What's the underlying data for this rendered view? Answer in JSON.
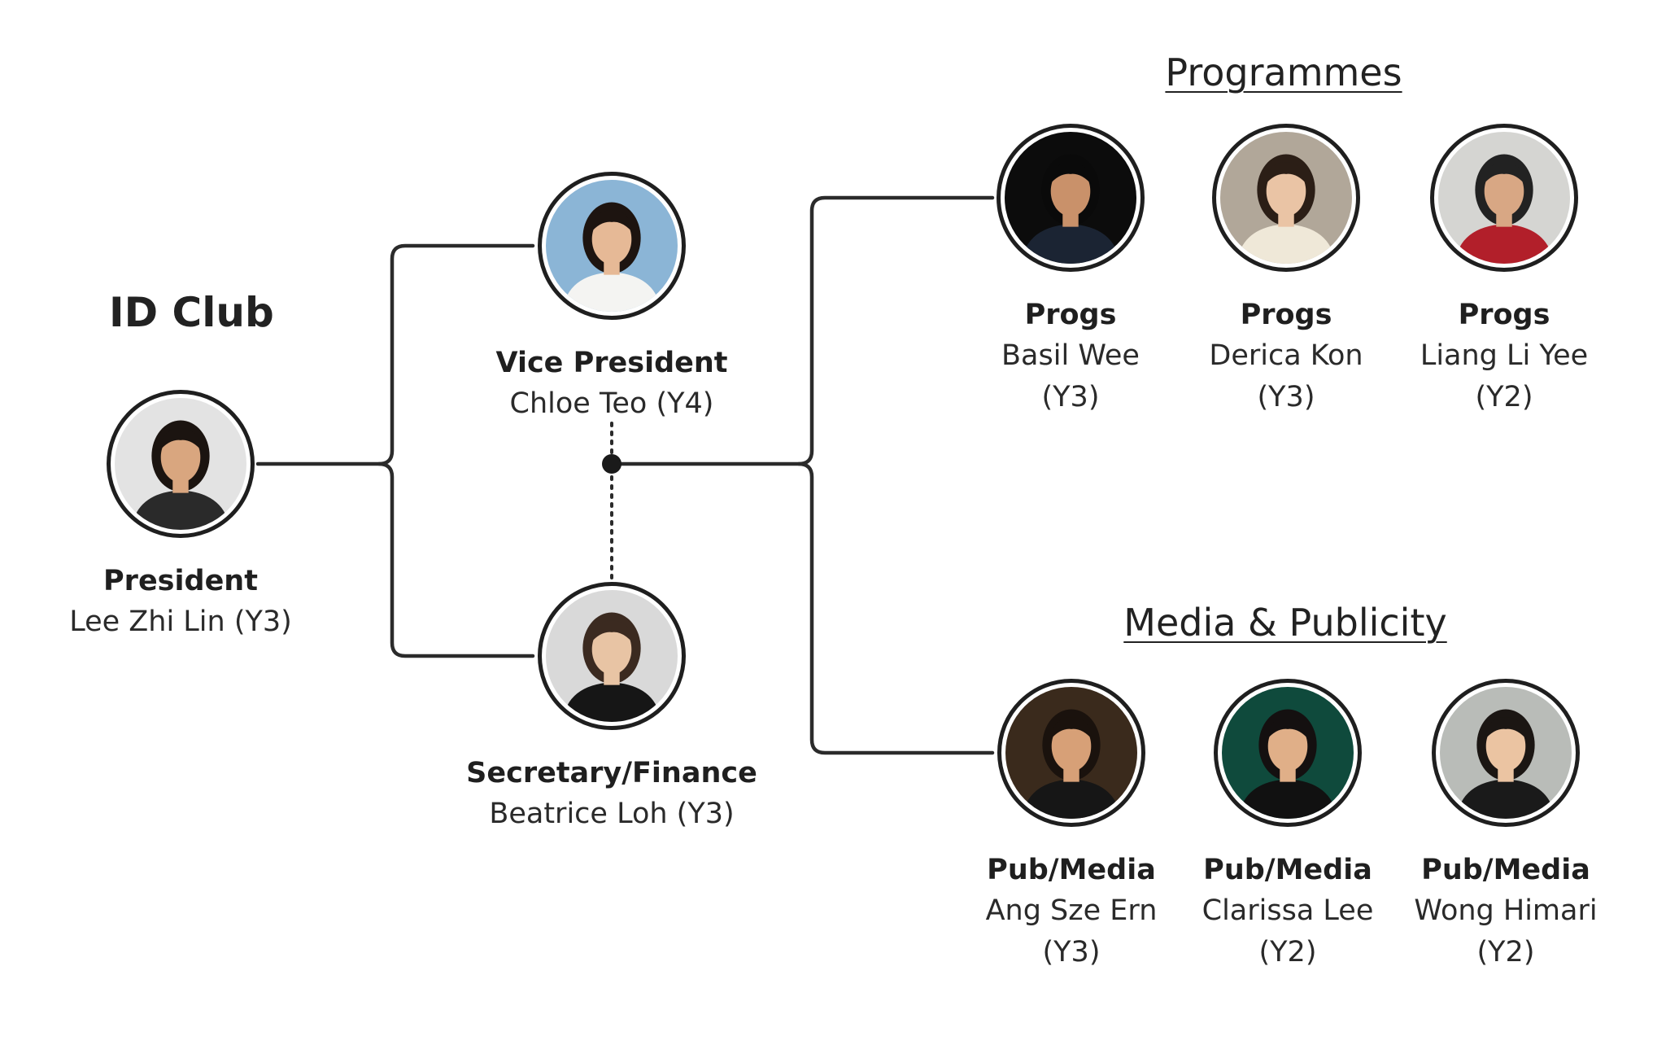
{
  "club_title": "ID Club",
  "sections": {
    "programmes": "Programmes",
    "media": "Media & Publicity"
  },
  "members": {
    "president": {
      "role": "President",
      "name": "Lee Zhi Lin (Y3)",
      "photo_bg": "#e3e3e3",
      "skin": "#d9a67f",
      "hair": "#1b1410",
      "shirt": "#2a2a2a"
    },
    "vice_president": {
      "role": "Vice President",
      "name": "Chloe Teo (Y4)",
      "photo_bg": "#8bb5d6",
      "skin": "#e6b996",
      "hair": "#1d1410",
      "shirt": "#f4f4f2"
    },
    "secretary": {
      "role": "Secretary/Finance",
      "name": "Beatrice Loh (Y3)",
      "photo_bg": "#d9d9d9",
      "skin": "#e8c4a4",
      "hair": "#3b2a20",
      "shirt": "#161616"
    },
    "progs_1": {
      "role": "Progs",
      "name": "Basil Wee",
      "year": "(Y3)",
      "photo_bg": "#0c0c0c",
      "skin": "#c9916a",
      "hair": "#0a0a0a",
      "shirt": "#1b2433"
    },
    "progs_2": {
      "role": "Progs",
      "name": "Derica Kon",
      "year": "(Y3)",
      "photo_bg": "#b1a799",
      "skin": "#eac4a5",
      "hair": "#2b1e16",
      "shirt": "#efe8d8"
    },
    "progs_3": {
      "role": "Progs",
      "name": "Liang Li Yee",
      "year": "(Y2)",
      "photo_bg": "#d5d5d2",
      "skin": "#d8a784",
      "hair": "#222222",
      "shirt": "#b21f2a"
    },
    "pub_1": {
      "role": "Pub/Media",
      "name": "Ang Sze Ern",
      "year": "(Y3)",
      "photo_bg": "#3a2a1c",
      "skin": "#d7a077",
      "hair": "#1a120d",
      "shirt": "#161616"
    },
    "pub_2": {
      "role": "Pub/Media",
      "name": "Clarissa Lee",
      "year": "(Y2)",
      "photo_bg": "#0f4a3c",
      "skin": "#e0af88",
      "hair": "#141010",
      "shirt": "#111111"
    },
    "pub_3": {
      "role": "Pub/Media",
      "name": "Wong Himari",
      "year": "(Y2)",
      "photo_bg": "#b9bcb8",
      "skin": "#ebc4a2",
      "hair": "#1b1613",
      "shirt": "#1a1a1a"
    }
  },
  "colors": {
    "line": "#2b2b2b",
    "ring": "#1f1f1f"
  }
}
